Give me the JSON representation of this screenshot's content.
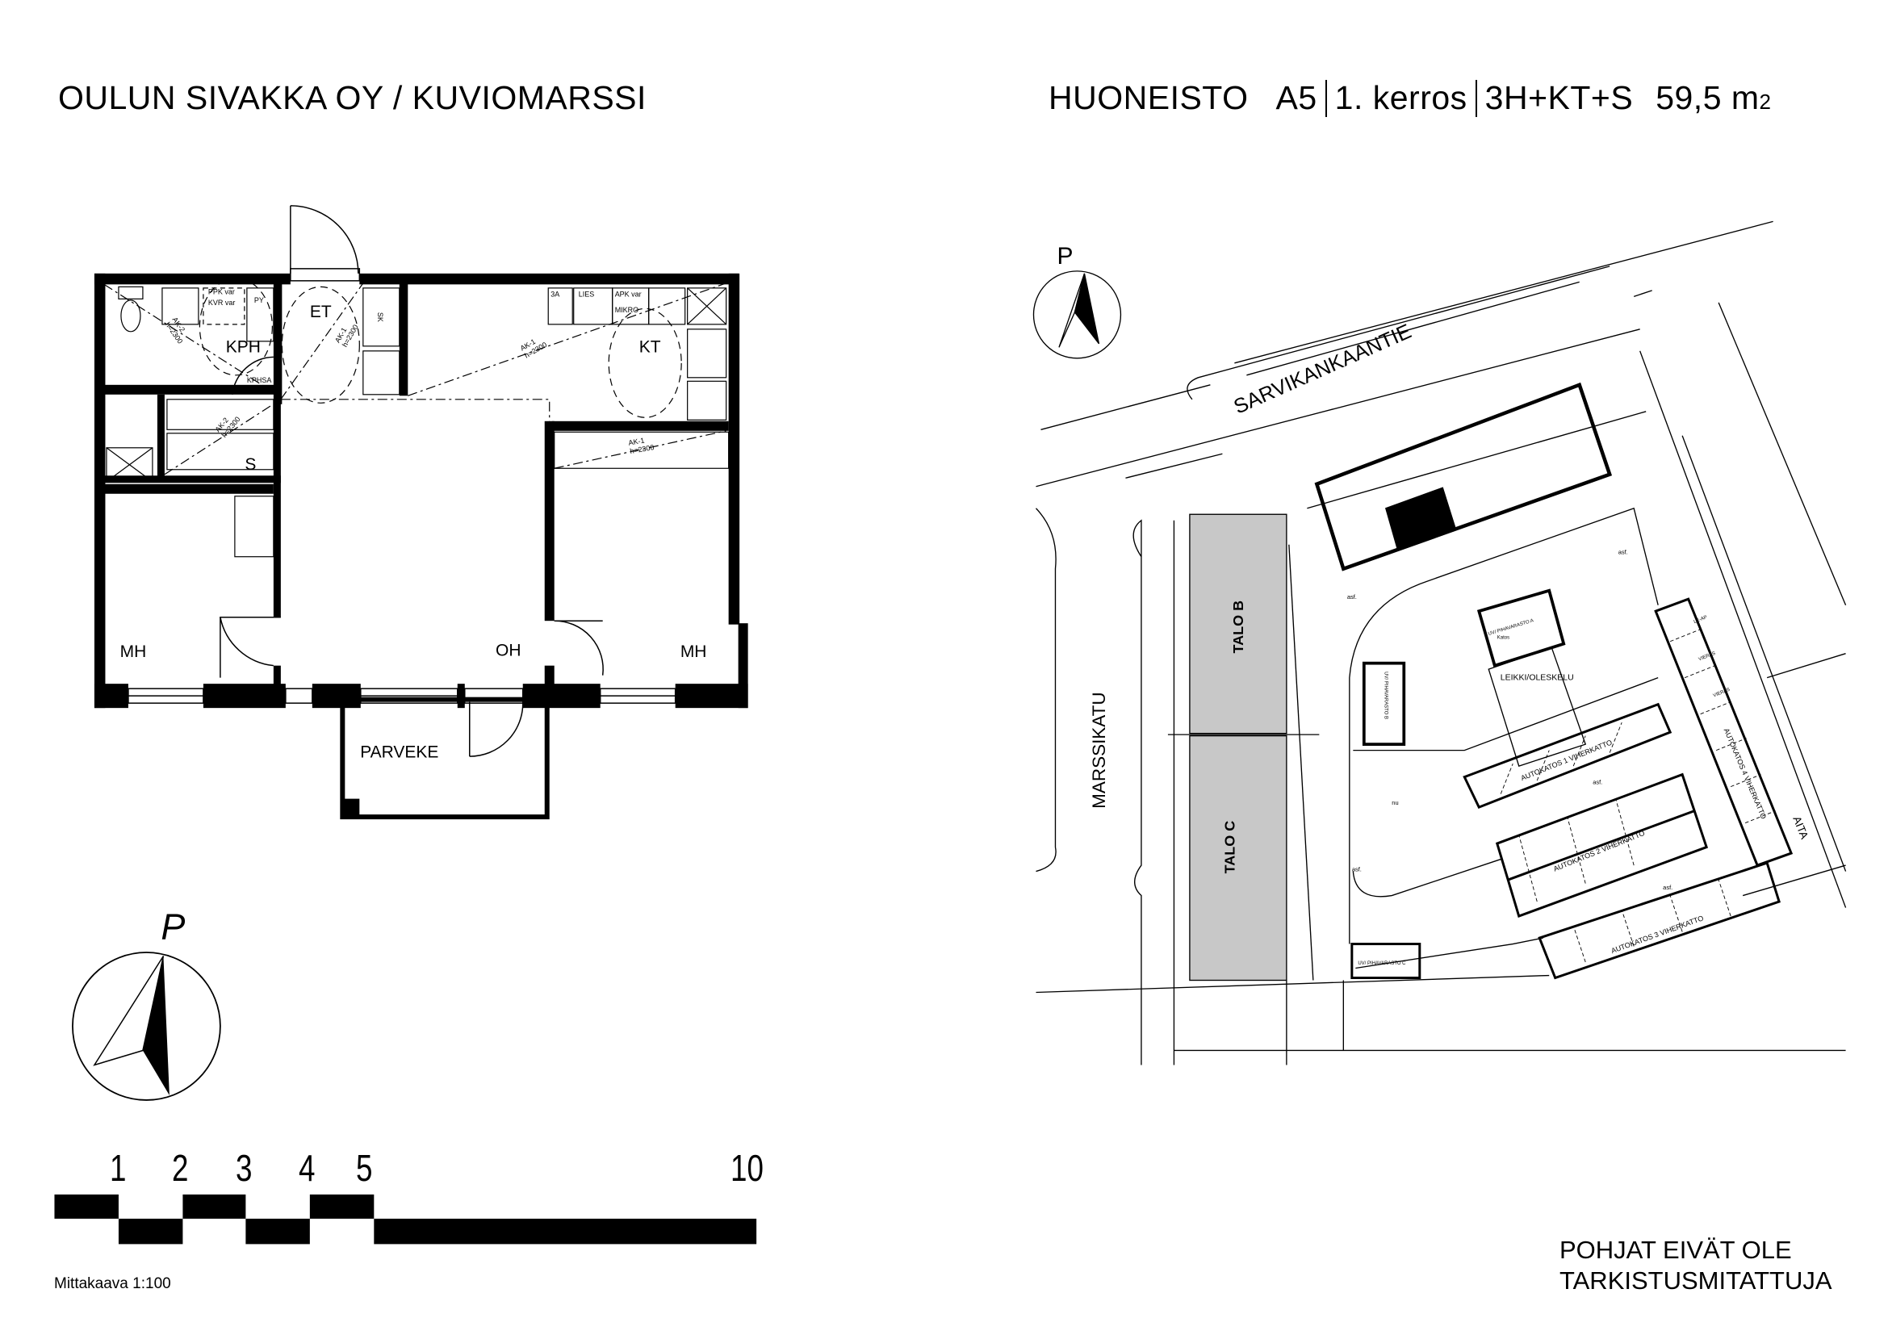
{
  "header": {
    "left_title": "OULUN SIVAKKA OY / KUVIOMARSSI",
    "apartment_label": "HUONEISTO",
    "apartment_id": "A5",
    "floor": "1. kerros",
    "layout": "3H+KT+S",
    "area": "59,5 m",
    "area_sup": "2"
  },
  "floorplan": {
    "rooms": {
      "et": "ET",
      "kph": "KPH",
      "kt": "KT",
      "s": "S",
      "mh1": "MH",
      "oh": "OH",
      "mh2": "MH",
      "parveke": "PARVEKE"
    },
    "fixtures": {
      "ppk": "PPK var",
      "kvr": "KVR var",
      "py": "PY",
      "sk": "SK",
      "three_a": "3A",
      "lies": "LIES",
      "apk": "APK var",
      "mikro": "MIKRO",
      "kphsa": "KPHSA"
    },
    "ceiling_marks": {
      "ak1": "AK-1",
      "ak2": "AK-2",
      "height": "h=2300"
    },
    "compass_label": "P"
  },
  "scale_bar": {
    "labels": [
      "1",
      "2",
      "3",
      "4",
      "5",
      "10"
    ],
    "caption": "Mittakaava 1:100"
  },
  "site_plan": {
    "compass_label": "P",
    "streets": {
      "north": "SARVIKANKAANTIE",
      "west": "MARSSIKATU"
    },
    "buildings": {
      "talo_b": "TALO B",
      "talo_c": "TALO C"
    },
    "labels": {
      "leikki": "LEIKKI/OLESKELU",
      "autokatos1": "AUTOKATOS 1 VIHERKATTO",
      "autokatos2": "AUTOKATOS 2 VIHERKATTO",
      "autokatos3": "AUTOKATOS 3 VIHERKATTO",
      "autokatos4": "AUTOKATOS 4 VIHERKATTO",
      "aita": "AITA",
      "asf": "asf.",
      "nu": "nu",
      "varasto_a": "UV/ PIHAVARASTO A",
      "varasto_b": "UV/ PIHAVARASTO B",
      "varasto_c": "UV/ PIHAVARASTO C",
      "katos": "Katos",
      "vieras": "VIERAS",
      "le_ap": "LE-AP"
    }
  },
  "note": {
    "line1": "POHJAT EIVÄT OLE",
    "line2": "TARKISTUSMITATTUJA"
  }
}
